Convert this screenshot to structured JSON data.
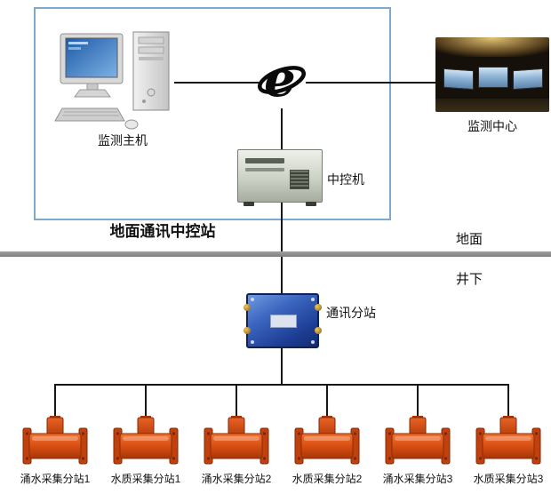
{
  "ground_station": {
    "box_label": "地面通讯中控站",
    "host": {
      "label": "监测主机"
    },
    "server": {
      "label": "中控机"
    }
  },
  "monitoring_center": {
    "label": "监测中心"
  },
  "divider": {
    "surface_label": "地面",
    "underground_label": "井下"
  },
  "substation": {
    "label": "通讯分站"
  },
  "devices": [
    {
      "label": "涌水采集分站1"
    },
    {
      "label": "水质采集分站1"
    },
    {
      "label": "涌水采集分站2"
    },
    {
      "label": "水质采集分站2"
    },
    {
      "label": "涌水采集分站3"
    },
    {
      "label": "水质采集分站3"
    }
  ],
  "icons": {
    "internet": "internet-e-icon"
  },
  "colors": {
    "station_border": "#7fa8cc",
    "divider_gray": "#8f8f8f",
    "connector_line": "#161616",
    "substation_blue": "#2a52a8",
    "device_orange": "#d9541a"
  }
}
